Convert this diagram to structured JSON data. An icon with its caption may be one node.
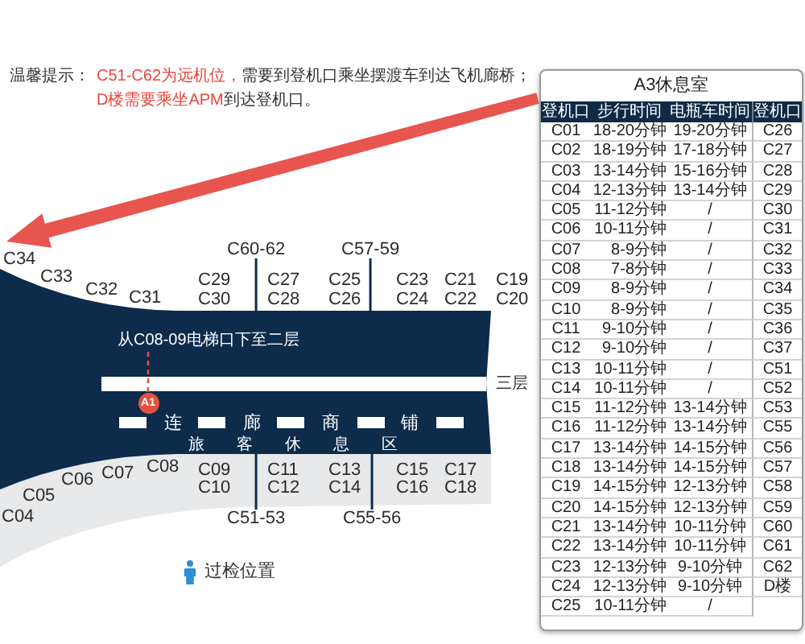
{
  "diagram": {
    "nodes": [
      {
        "text": [
          "A3休息室"
        ]
      },
      {
        "text": [
          "C60-62"
        ]
      },
      {
        "text": [
          "C57-59"
        ]
      },
      {
        "text": [
          "连",
          "廊",
          "商",
          "铺",
          "旅客休息区"
        ]
      },
      {
        "text": [
          "从C08-09电梯口下至二层"
        ],
        "in": 3
      },
      {
        "text": [
          "A1"
        ],
        "in": 3
      },
      {
        "text": [
          "C51-53"
        ]
      },
      {
        "text": [
          "C55-56"
        ]
      }
    ],
    "edges": [
      {
        "from": 1,
        "to": 3,
        "arrow": "none"
      },
      {
        "from": 2,
        "to": 3,
        "arrow": "none"
      },
      {
        "from": 5,
        "to": 4,
        "arrow": "none",
        "style": "dashed",
        "color": "#e0533c"
      },
      {
        "from": 6,
        "to": 3,
        "arrow": "none"
      },
      {
        "from": 7,
        "to": 3,
        "arrow": "none"
      }
    ],
    "labels": [
      "温馨提示：",
      "C51-C62为远机位，",
      "需要到登机口乘坐摆渡车到达飞机廊桥；",
      "D楼需要乘坐APM",
      "到达登机口。",
      "C34",
      "C33",
      "C32",
      "C31",
      "C29",
      "C30",
      "C27",
      "C28",
      "C25",
      "C26",
      "C23",
      "C24",
      "C21",
      "C22",
      "C19",
      "C20",
      "三层",
      "C04",
      "C05",
      "C06",
      "C07",
      "C08",
      "C09",
      "C10",
      "C11",
      "C12",
      "C13",
      "C14",
      "C15",
      "C16",
      "C17",
      "C18",
      "登机口",
      "步行时间",
      "电瓶车时间",
      "登机口",
      "C01",
      "18-20分钟",
      "19-20分钟",
      "C26",
      "C02",
      "18-19分钟",
      "17-18分钟",
      "C27",
      "C03",
      "13-14分钟",
      "15-16分钟",
      "C28",
      "C04",
      "12-13分钟",
      "13-14分钟",
      "C29",
      "C05",
      "11-12分钟",
      "/",
      "C30",
      "C06",
      "10-11分钟",
      "/",
      "C31",
      "C07",
      "8-9分钟",
      "/",
      "C32",
      "C08",
      "7-8分钟",
      "/",
      "C33",
      "C09",
      "8-9分钟",
      "/",
      "C34",
      "C10",
      "8-9分钟",
      "/",
      "C35",
      "C11",
      "9-10分钟",
      "/",
      "C36",
      "C12",
      "9-10分钟",
      "/",
      "C37",
      "C13",
      "10-11分钟",
      "/",
      "C51",
      "C14",
      "10-11分钟",
      "/",
      "C52",
      "C15",
      "11-12分钟",
      "13-14分钟",
      "C53",
      "C16",
      "11-12分钟",
      "13-14分钟",
      "C55",
      "C17",
      "13-14分钟",
      "14-15分钟",
      "C56",
      "C18",
      "13-14分钟",
      "14-15分钟",
      "C57",
      "C19",
      "14-15分钟",
      "12-13分钟",
      "C58",
      "C20",
      "14-15分钟",
      "12-13分钟",
      "C59",
      "C21",
      "13-14分钟",
      "10-11分钟",
      "C60",
      "C22",
      "13-14分钟",
      "10-11分钟",
      "C61",
      "C23",
      "12-13分钟",
      "9-10分钟",
      "C62",
      "C24",
      "12-13分钟",
      "9-10分钟",
      "D楼",
      "C25",
      "10-11分钟",
      "/"
    ],
    "legend": [
      {
        "text": "过检位置"
      }
    ]
  }
}
